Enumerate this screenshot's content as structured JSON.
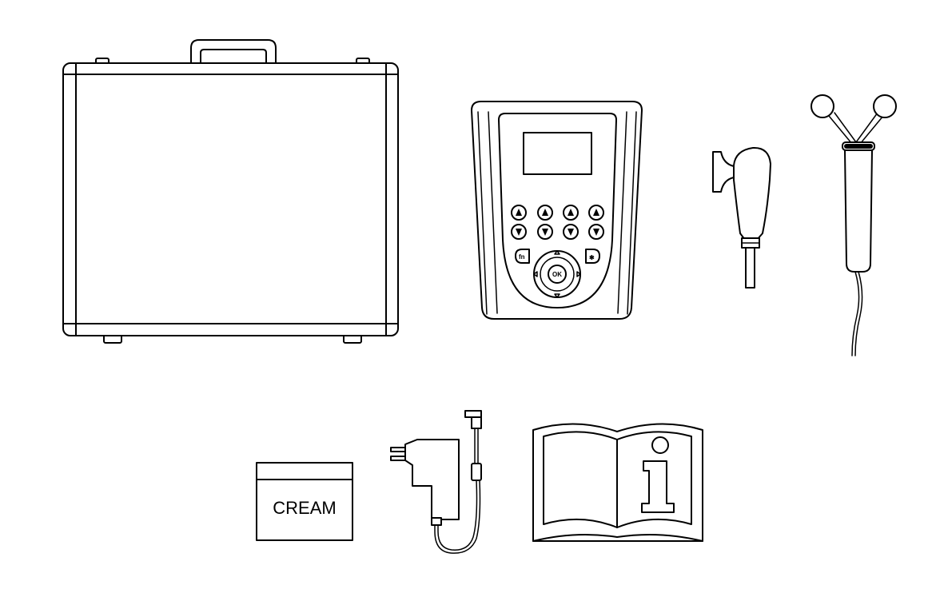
{
  "items": {
    "carrying_case": {
      "icon": "carrying-case-icon"
    },
    "device": {
      "icon": "control-unit-icon",
      "keys": {
        "fn": "fn",
        "ok": "OK",
        "star": "✱"
      }
    },
    "ultrasound_probe": {
      "icon": "ultrasound-probe-icon"
    },
    "electrode_handpiece": {
      "icon": "electrode-handpiece-icon"
    },
    "cream_jar": {
      "icon": "cream-jar-icon",
      "label": "CREAM"
    },
    "power_adapter": {
      "icon": "power-adapter-icon"
    },
    "manual": {
      "icon": "information-manual-icon"
    }
  },
  "colors": {
    "line": "#000000",
    "background": "#ffffff"
  }
}
